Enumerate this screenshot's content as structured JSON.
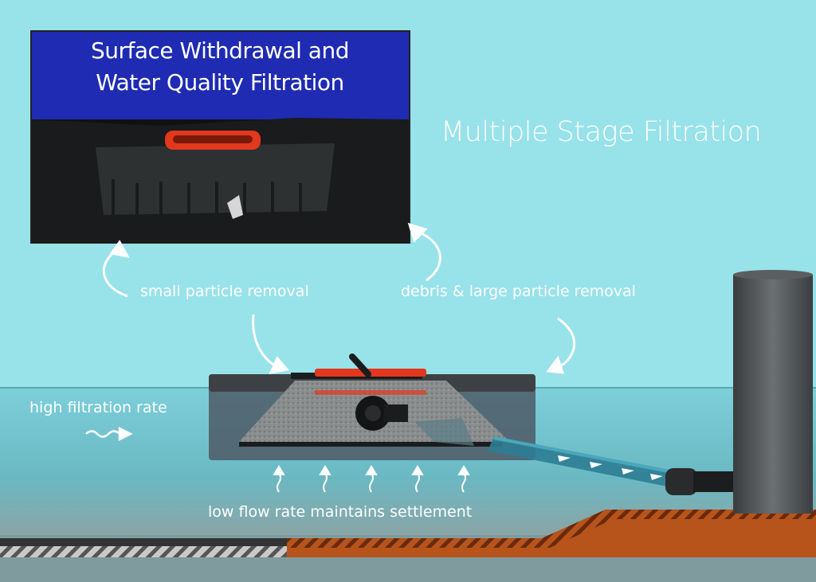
{
  "title": "Multiple Stage Filtration",
  "inset": {
    "title_line1": "Surface Withdrawal and",
    "title_line2": "Water Quality Filtration"
  },
  "labels": {
    "small_particle": "small particle removal",
    "debris": "debris & large particle removal",
    "high_rate": "high filtration rate",
    "low_rate": "low flow rate maintains settlement"
  },
  "colors": {
    "sky": "#98e2ea",
    "water": "#6fc3cf",
    "ground": "#b7541c",
    "inset_bg": "#1e2bb2",
    "accent_red": "#e2381e"
  },
  "icons": [
    "curved-arrow-icon",
    "wavy-arrow-icon",
    "up-arrow-icon"
  ]
}
